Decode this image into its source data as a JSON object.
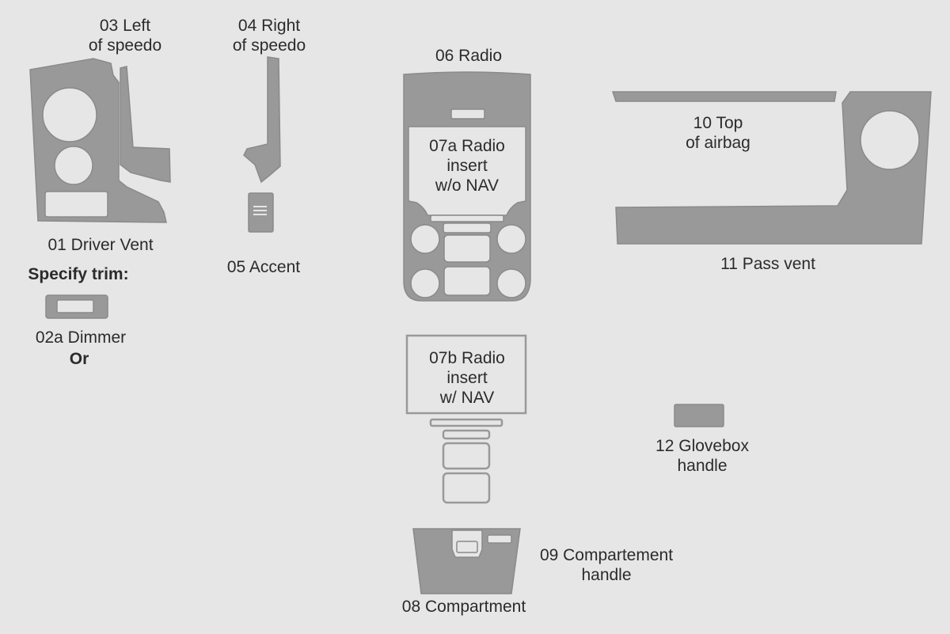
{
  "colors": {
    "background": "#e6e6e6",
    "part": "#999999",
    "cut": "#e6e6e6",
    "edge": "#8a8a8a",
    "text": "#2b2b2b"
  },
  "labels": {
    "driver_vent": "01 Driver Vent",
    "specify_trim": "Specify trim:",
    "dimmer": "02a Dimmer",
    "or": "Or",
    "left_speedo": [
      "03 Left",
      "of speedo"
    ],
    "right_speedo": [
      "04 Right",
      "of speedo"
    ],
    "accent": "05 Accent",
    "radio": "06 Radio",
    "radio_insert_no_nav": [
      "07a Radio",
      "insert",
      "w/o NAV"
    ],
    "radio_insert_nav": [
      "07b Radio",
      "insert",
      "w/ NAV"
    ],
    "compartment": "08 Compartment",
    "compartment_handle": [
      "09 Compartement",
      "handle"
    ],
    "top_airbag": [
      "10 Top",
      "of airbag"
    ],
    "pass_vent": "11 Pass vent",
    "glovebox_handle": [
      "12 Glovebox",
      "handle"
    ]
  }
}
